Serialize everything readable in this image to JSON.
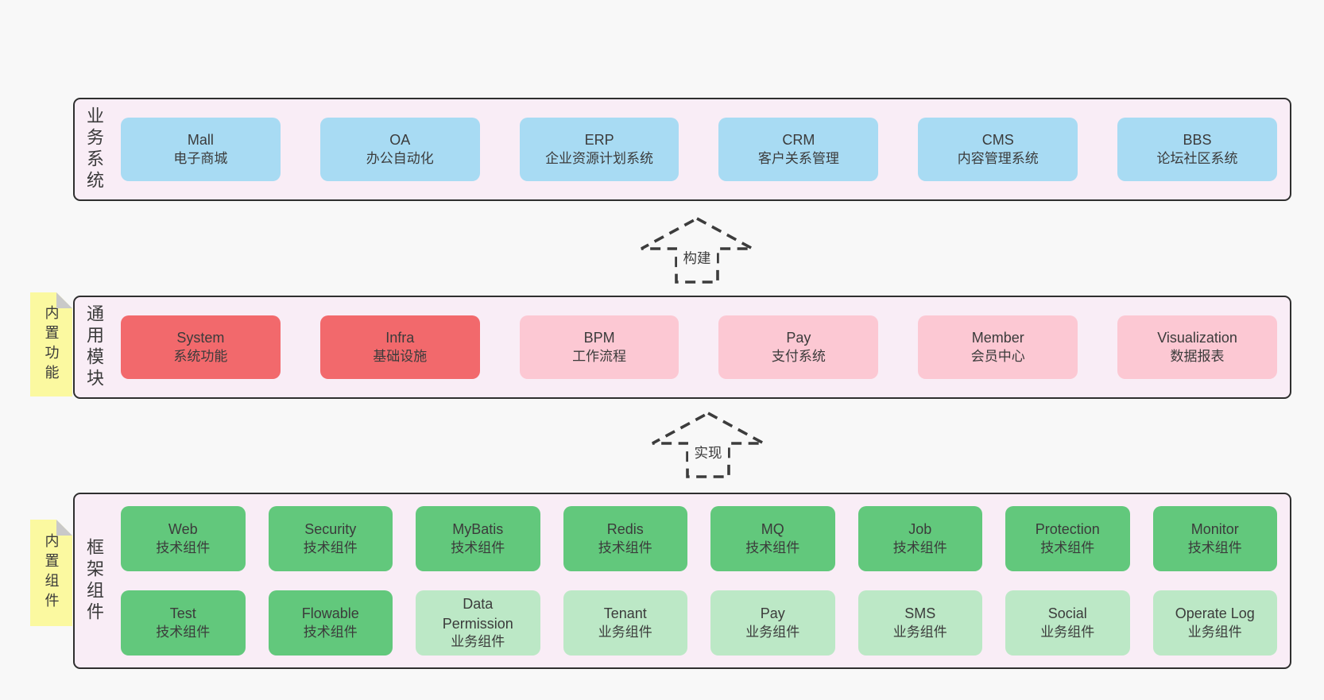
{
  "page": {
    "background": "#f8f8f8",
    "text_color": "#3b3b3b"
  },
  "panel_style": {
    "background": "#f9edf6",
    "border_color": "#2f2f2f"
  },
  "tag_style": {
    "background": "#fbf9a0",
    "fold_color": "#c9c9c9"
  },
  "variant_colors": {
    "blue": "#a8dbf3",
    "red": "#f2696c",
    "pink": "#fcc8d3",
    "green": "#62c87c",
    "lightgreen": "#bce8c6"
  },
  "arrows": [
    {
      "label": "构建"
    },
    {
      "label": "实现"
    }
  ],
  "sections": [
    {
      "id": "business",
      "label": "业务系统",
      "tag": null,
      "rows": [
        [
          {
            "name": "Mall",
            "desc": "电子商城",
            "variant": "blue"
          },
          {
            "name": "OA",
            "desc": "办公自动化",
            "variant": "blue"
          },
          {
            "name": "ERP",
            "desc": "企业资源计划系统",
            "variant": "blue"
          },
          {
            "name": "CRM",
            "desc": "客户关系管理",
            "variant": "blue"
          },
          {
            "name": "CMS",
            "desc": "内容管理系统",
            "variant": "blue"
          },
          {
            "name": "BBS",
            "desc": "论坛社区系统",
            "variant": "blue"
          }
        ]
      ]
    },
    {
      "id": "modules",
      "label": "通用模块",
      "tag": "内置功能",
      "rows": [
        [
          {
            "name": "System",
            "desc": "系统功能",
            "variant": "red"
          },
          {
            "name": "Infra",
            "desc": "基础设施",
            "variant": "red"
          },
          {
            "name": "BPM",
            "desc": "工作流程",
            "variant": "pink"
          },
          {
            "name": "Pay",
            "desc": "支付系统",
            "variant": "pink"
          },
          {
            "name": "Member",
            "desc": "会员中心",
            "variant": "pink"
          },
          {
            "name": "Visualization",
            "desc": "数据报表",
            "variant": "pink"
          }
        ]
      ]
    },
    {
      "id": "components",
      "label": "框架组件",
      "tag": "内置组件",
      "rows": [
        [
          {
            "name": "Web",
            "desc": "技术组件",
            "variant": "green"
          },
          {
            "name": "Security",
            "desc": "技术组件",
            "variant": "green"
          },
          {
            "name": "MyBatis",
            "desc": "技术组件",
            "variant": "green"
          },
          {
            "name": "Redis",
            "desc": "技术组件",
            "variant": "green"
          },
          {
            "name": "MQ",
            "desc": "技术组件",
            "variant": "green"
          },
          {
            "name": "Job",
            "desc": "技术组件",
            "variant": "green"
          },
          {
            "name": "Protection",
            "desc": "技术组件",
            "variant": "green"
          },
          {
            "name": "Monitor",
            "desc": "技术组件",
            "variant": "green"
          }
        ],
        [
          {
            "name": "Test",
            "desc": "技术组件",
            "variant": "green"
          },
          {
            "name": "Flowable",
            "desc": "技术组件",
            "variant": "green"
          },
          {
            "name": "Data Permission",
            "desc": "业务组件",
            "variant": "lightgreen"
          },
          {
            "name": "Tenant",
            "desc": "业务组件",
            "variant": "lightgreen"
          },
          {
            "name": "Pay",
            "desc": "业务组件",
            "variant": "lightgreen"
          },
          {
            "name": "SMS",
            "desc": "业务组件",
            "variant": "lightgreen"
          },
          {
            "name": "Social",
            "desc": "业务组件",
            "variant": "lightgreen"
          },
          {
            "name": "Operate Log",
            "desc": "业务组件",
            "variant": "lightgreen"
          }
        ]
      ]
    }
  ]
}
